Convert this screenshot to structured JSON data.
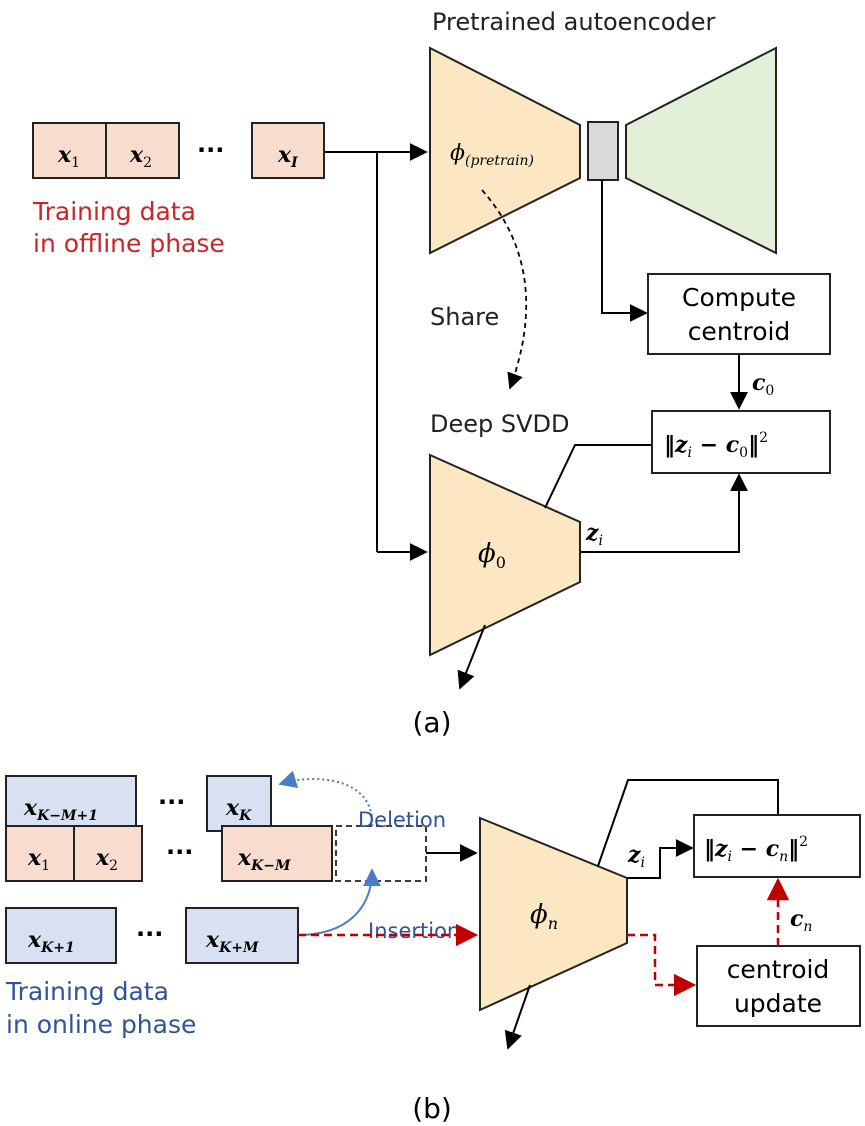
{
  "colors": {
    "data_orange": "#f8dccd",
    "data_blue": "#d7e1f1",
    "encoder": "#fbe8c2",
    "decoder": "#e2efd9",
    "latent": "#d9d9d9",
    "red_text": "#c8262a",
    "blue_text": "#2f5597",
    "red_arrow": "#c00000",
    "blue_arrow": "#4a7cc7"
  },
  "panel_a": {
    "inputs": [
      "x",
      "x",
      "x"
    ],
    "input_subs": [
      "1",
      "2",
      "I"
    ],
    "ellipsis": "···",
    "training_label_line1": "Training data",
    "training_label_line2": "in offline phase",
    "autoencoder_title": "Pretrained autoencoder",
    "pretrain_symbol": "ϕ",
    "pretrain_sub": "(pretrain)",
    "share_label": "Share",
    "compute_line1": "Compute",
    "compute_line2": "centroid",
    "c0": "c",
    "c0_sub": "0",
    "svdd_title": "Deep SVDD",
    "phi0": "ϕ",
    "phi0_sub": "0",
    "zi": "z",
    "zi_sub": "i",
    "loss": "‖z",
    "loss_mid": " − c",
    "loss_end": "‖",
    "loss_exp": "2",
    "caption": "(a)"
  },
  "panel_b": {
    "row1_x": [
      "x",
      "x"
    ],
    "row1_subs": [
      "K−M+1",
      "K"
    ],
    "row2_x": [
      "x",
      "x",
      "x"
    ],
    "row2_subs": [
      "1",
      "2",
      "K−M"
    ],
    "row3_x": [
      "x",
      "x"
    ],
    "row3_subs": [
      "K+1",
      "K+M"
    ],
    "ellipsis": "···",
    "deletion_label": "Deletion",
    "insertion_label": "Insertion",
    "training_label_line1": "Training data",
    "training_label_line2": "in online phase",
    "phin": "ϕ",
    "phin_sub": "n",
    "zi": "z",
    "zi_sub": "i",
    "loss": "‖z",
    "loss_mid": " − c",
    "loss_sub2": "n",
    "loss_end": "‖",
    "loss_exp": "2",
    "cn": "c",
    "cn_sub": "n",
    "centroid_line1": "centroid",
    "centroid_line2": "update",
    "caption": "(b)"
  }
}
